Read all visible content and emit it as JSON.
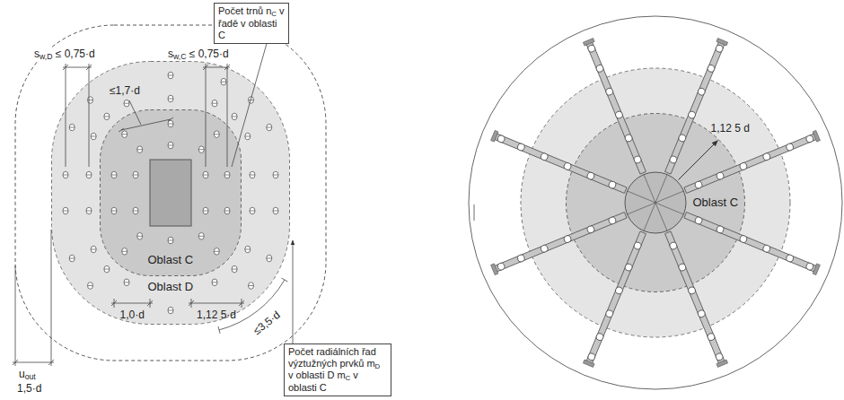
{
  "diagram": {
    "nodes": [
      {
        "text": [
          "Počet trnů nC v řadě v oblasti C"
        ]
      },
      {
        "text": [
          "Oblast D"
        ]
      },
      {
        "text": [
          "Oblast C"
        ],
        "in": 1
      },
      {
        "text": [
          "Počet radiálních řad výztužných prvků mD v oblasti D mC v oblasti C"
        ]
      },
      {
        "text": [
          "Oblast C"
        ]
      }
    ],
    "labels": [
      "sw,D ≤ 0,75·d",
      "sw,C ≤ 0,75·d",
      "≤1,7·d",
      "≤3,5·d",
      "1,0·d",
      "1,12 5·d",
      "uout",
      "1,5·d",
      "1,12 5 d"
    ]
  }
}
